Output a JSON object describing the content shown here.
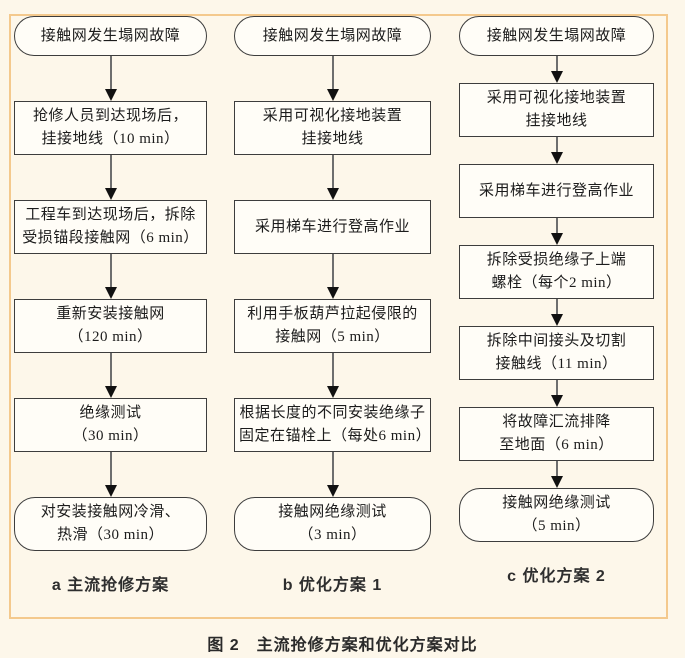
{
  "page": {
    "background_color": "#fdf7ea",
    "frame_border_color": "#f4c98d",
    "caption": "图 2　主流抢修方案和优化方案对比"
  },
  "diagram": {
    "columns": [
      {
        "id": "a",
        "label": "a 主流抢修方案",
        "nodes": [
          {
            "shape": "rounded",
            "lines": [
              "接触网发生塌网故障"
            ]
          },
          {
            "shape": "rect",
            "lines": [
              "抢修人员到达现场后，",
              "挂接地线（10 min）"
            ]
          },
          {
            "shape": "rect",
            "lines": [
              "工程车到达现场后，拆除",
              "受损锚段接触网（6 min）"
            ]
          },
          {
            "shape": "rect",
            "lines": [
              "重新安装接触网",
              "（120 min）"
            ]
          },
          {
            "shape": "rect",
            "lines": [
              "绝缘测试",
              "（30 min）"
            ]
          },
          {
            "shape": "rounded",
            "lines": [
              "对安装接触网冷滑、",
              "热滑（30 min）"
            ]
          }
        ]
      },
      {
        "id": "b",
        "label": "b 优化方案 1",
        "nodes": [
          {
            "shape": "rounded",
            "lines": [
              "接触网发生塌网故障"
            ]
          },
          {
            "shape": "rect",
            "lines": [
              "采用可视化接地装置",
              "挂接地线"
            ]
          },
          {
            "shape": "rect",
            "lines": [
              "采用梯车进行登高作业"
            ]
          },
          {
            "shape": "rect",
            "lines": [
              "利用手板葫芦拉起侵限的",
              "接触网（5 min）"
            ]
          },
          {
            "shape": "rect",
            "lines": [
              "根据长度的不同安装绝缘子",
              "固定在锚栓上（每处6 min）"
            ]
          },
          {
            "shape": "rounded",
            "lines": [
              "接触网绝缘测试",
              "（3 min）"
            ]
          }
        ]
      },
      {
        "id": "c",
        "label": "c 优化方案 2",
        "nodes": [
          {
            "shape": "rounded",
            "lines": [
              "接触网发生塌网故障"
            ]
          },
          {
            "shape": "rect",
            "lines": [
              "采用可视化接地装置",
              "挂接地线"
            ]
          },
          {
            "shape": "rect",
            "lines": [
              "采用梯车进行登高作业"
            ]
          },
          {
            "shape": "rect",
            "lines": [
              "拆除受损绝缘子上端",
              "螺栓（每个2 min）"
            ]
          },
          {
            "shape": "rect",
            "lines": [
              "拆除中间接头及切割",
              "接触线（11 min）"
            ]
          },
          {
            "shape": "rect",
            "lines": [
              "将故障汇流排降",
              "至地面（6 min）"
            ]
          },
          {
            "shape": "rounded",
            "lines": [
              "接触网绝缘测试",
              "（5 min）"
            ]
          }
        ]
      }
    ]
  }
}
